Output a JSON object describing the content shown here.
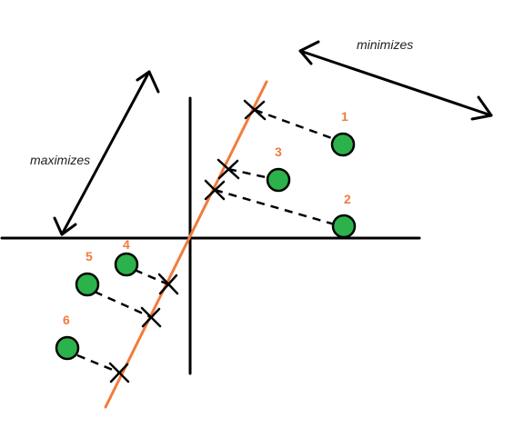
{
  "labels": {
    "minimizes": "minimizes",
    "maximizes": "maximizes"
  },
  "colors": {
    "point_fill": "#2bb24a",
    "fit_line": "#f47b3b",
    "point_label": "#f47b3b",
    "ink": "#000000"
  },
  "points": [
    {
      "label": "1"
    },
    {
      "label": "2"
    },
    {
      "label": "3"
    },
    {
      "label": "4"
    },
    {
      "label": "5"
    },
    {
      "label": "6"
    }
  ]
}
